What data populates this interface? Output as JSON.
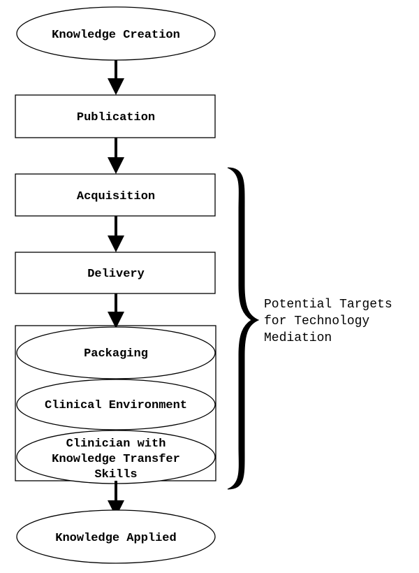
{
  "diagram": {
    "nodes": {
      "knowledge_creation": "Knowledge Creation",
      "publication": "Publication",
      "acquisition": "Acquisition",
      "delivery": "Delivery",
      "packaging": "Packaging",
      "clinical_environment": "Clinical Environment",
      "clinician_line1": "Clinician with",
      "clinician_line2": "Knowledge Transfer",
      "clinician_line3": "Skills",
      "knowledge_applied": "Knowledge Applied"
    },
    "bracket_label": {
      "line1": "Potential Targets",
      "line2": "for Technology",
      "line3": "Mediation"
    }
  }
}
